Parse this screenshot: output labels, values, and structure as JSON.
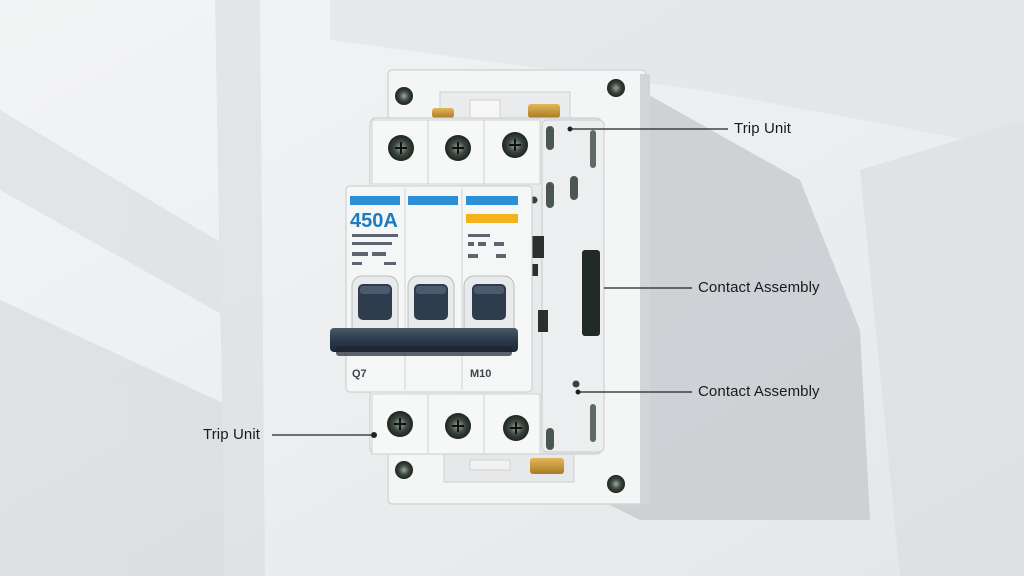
{
  "breaker": {
    "rating": "450A",
    "bottom_marking_left": "Q7",
    "bottom_marking_right": "M10",
    "pole_count": 3,
    "colors": {
      "rating_text": "#1f7bc0",
      "stripe_blue": "#2a8fd6",
      "stripe_orange": "#f2b31b",
      "handle": "#2b3a4c"
    }
  },
  "callouts": [
    {
      "id": "trip-unit-top",
      "text": "Trip Unit"
    },
    {
      "id": "contact-assembly-mid",
      "text": "Contact Assembly"
    },
    {
      "id": "contact-assembly-low",
      "text": "Contact Assembly"
    },
    {
      "id": "trip-unit-bottom",
      "text": "Trip Unit"
    }
  ]
}
